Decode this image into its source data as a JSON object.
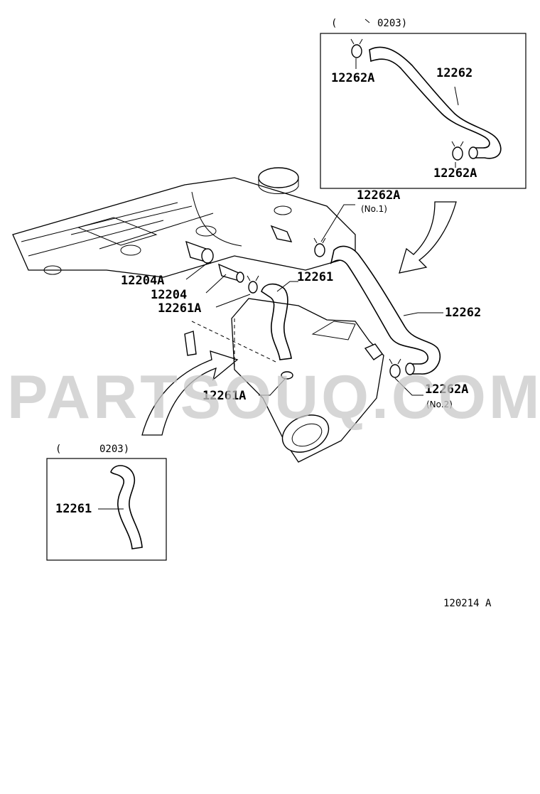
{
  "watermark": "PARTSOUQ.COM",
  "diagram_code": "120214 A",
  "insets": {
    "top": {
      "range_open": "(",
      "range_code": "0203)",
      "labels": [
        "12262A",
        "12262",
        "12262A"
      ]
    },
    "bottom": {
      "range_open": "(",
      "range_code": "0203)",
      "labels": [
        "12261"
      ]
    }
  },
  "callouts": {
    "hose_main": "12262",
    "clip_no1": "12262A",
    "clip_no1_note": "(No.1)",
    "clip_no2": "12262A",
    "clip_no2_note": "(No.2)",
    "gasket": "12204A",
    "pcv_valve": "12204",
    "clip_upper": "12261A",
    "hose_small": "12261",
    "clip_lower": "12261A"
  }
}
